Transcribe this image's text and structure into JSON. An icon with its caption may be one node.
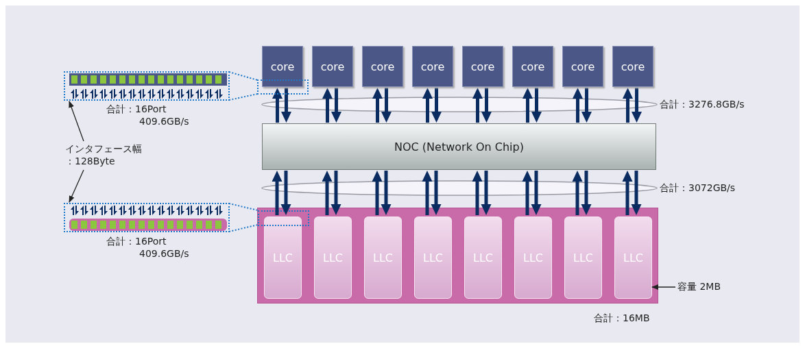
{
  "diagram": {
    "nodes": [
      {
        "text": [
          "core"
        ]
      },
      {
        "text": [
          "core"
        ]
      },
      {
        "text": [
          "core"
        ]
      },
      {
        "text": [
          "core"
        ]
      },
      {
        "text": [
          "core"
        ]
      },
      {
        "text": [
          "core"
        ]
      },
      {
        "text": [
          "core"
        ]
      },
      {
        "text": [
          "core"
        ]
      },
      {
        "text": [
          "合計：3276.8GB/s"
        ]
      },
      {
        "text": [
          "NOC (Network On Chip)"
        ]
      },
      {
        "text": [
          "合計：3072GB/s"
        ]
      },
      {
        "text": [],
        "shape": "box",
        "beside": [
          "合計：16MB"
        ]
      },
      {
        "text": [
          "LLC"
        ],
        "in": 11
      },
      {
        "text": [
          "LLC"
        ],
        "in": 11
      },
      {
        "text": [
          "LLC"
        ],
        "in": 11
      },
      {
        "text": [
          "LLC"
        ],
        "in": 11
      },
      {
        "text": [
          "LLC"
        ],
        "in": 11
      },
      {
        "text": [
          "LLC"
        ],
        "in": 11
      },
      {
        "text": [
          "LLC"
        ],
        "in": 11
      },
      {
        "text": [
          "LLC"
        ],
        "in": 11
      },
      {
        "text": [],
        "shape": "bar",
        "beside": [
          "合計：16Port 409.6GB/s"
        ]
      },
      {
        "text": [],
        "shape": "bar",
        "beside": [
          "合計：16Port 409.6GB/s"
        ]
      },
      {
        "text": [
          "インタフェース幅：128Byte"
        ]
      },
      {
        "text": [
          "容量 2MB"
        ]
      },
      {
        "text": [],
        "shape": "box"
      },
      {
        "text": [],
        "shape": "box",
        "in": 11
      }
    ],
    "edges": [
      {
        "from": 0,
        "to": 9,
        "arrow": "both"
      },
      {
        "from": 1,
        "to": 9,
        "arrow": "both"
      },
      {
        "from": 2,
        "to": 9,
        "arrow": "both"
      },
      {
        "from": 3,
        "to": 9,
        "arrow": "both"
      },
      {
        "from": 4,
        "to": 9,
        "arrow": "both"
      },
      {
        "from": 5,
        "to": 9,
        "arrow": "both"
      },
      {
        "from": 6,
        "to": 9,
        "arrow": "both"
      },
      {
        "from": 7,
        "to": 9,
        "arrow": "both"
      },
      {
        "from": 9,
        "to": 12,
        "arrow": "both"
      },
      {
        "from": 9,
        "to": 13,
        "arrow": "both"
      },
      {
        "from": 9,
        "to": 14,
        "arrow": "both"
      },
      {
        "from": 9,
        "to": 15,
        "arrow": "both"
      },
      {
        "from": 9,
        "to": 16,
        "arrow": "both"
      },
      {
        "from": 9,
        "to": 17,
        "arrow": "both"
      },
      {
        "from": 9,
        "to": 18,
        "arrow": "both"
      },
      {
        "from": 9,
        "to": 19,
        "arrow": "both"
      },
      {
        "from": 22,
        "to": 20,
        "arrow": "to",
        "color": "#222222"
      },
      {
        "from": 22,
        "to": 21,
        "arrow": "to",
        "color": "#222222"
      },
      {
        "from": 23,
        "to": 19,
        "arrow": "to",
        "color": "#222222"
      },
      {
        "from": 20,
        "to": 24,
        "arrow": "none",
        "style": "dashed",
        "color": "#1f78c8"
      },
      {
        "from": 20,
        "to": 24,
        "arrow": "none",
        "style": "dashed",
        "color": "#1f78c8"
      },
      {
        "from": 21,
        "to": 25,
        "arrow": "none",
        "style": "dashed",
        "color": "#1f78c8"
      },
      {
        "from": 21,
        "to": 25,
        "arrow": "none",
        "style": "dashed",
        "color": "#1f78c8"
      }
    ]
  }
}
